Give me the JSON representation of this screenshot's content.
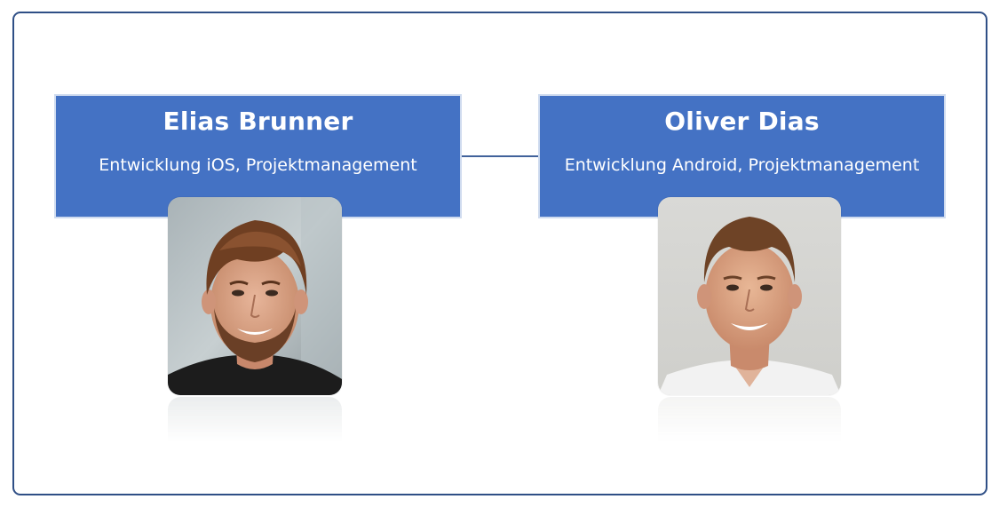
{
  "members": [
    {
      "name": "Elias Brunner",
      "role": "Entwicklung iOS, Projektmanagement"
    },
    {
      "name": "Oliver Dias",
      "role": "Entwicklung Android, Projektmanagement"
    }
  ],
  "colors": {
    "card_fill": "#4472c4",
    "card_border": "#cfdbef",
    "frame_border": "#2f4f86",
    "connector": "#41629b"
  },
  "icons": {
    "member_a_photo": "portrait-photo",
    "member_b_photo": "portrait-photo"
  }
}
